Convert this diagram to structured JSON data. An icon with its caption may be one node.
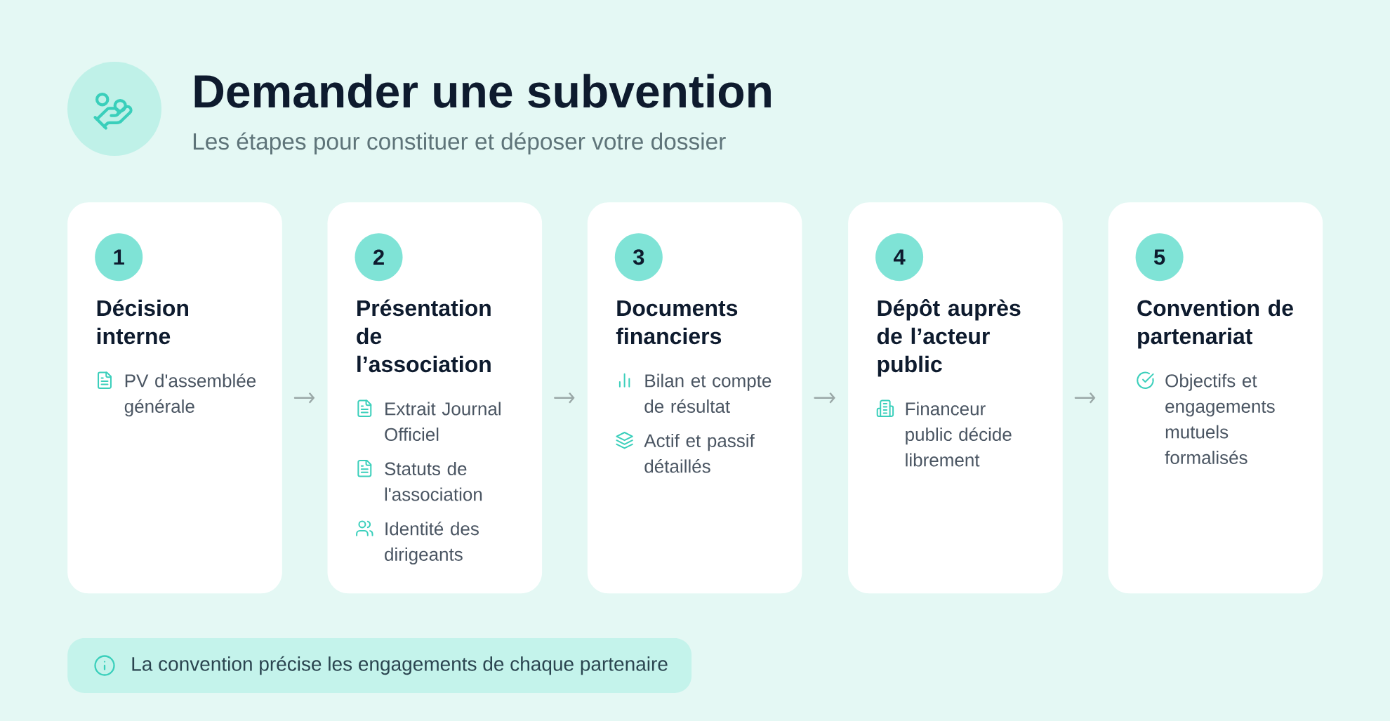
{
  "diagram": {
    "title": "Demander une subvention",
    "nodes": [
      {
        "text": [
          "Décision interne",
          "PV d'assemblée générale"
        ]
      },
      {
        "text": [
          "1"
        ],
        "in": 0
      },
      {
        "text": [
          "Présentation de l’association",
          "Extrait Journal Officiel",
          "Statuts de l'association",
          "Identité des dirigeants"
        ]
      },
      {
        "text": [
          "2"
        ],
        "in": 2
      },
      {
        "text": [
          "Documents financiers",
          "Bilan et compte de résultat",
          "Actif et passif détaillés"
        ]
      },
      {
        "text": [
          "3"
        ],
        "in": 4
      },
      {
        "text": [
          "Dépôt auprès de l’acteur public",
          "Financeur public décide librement"
        ]
      },
      {
        "text": [
          "4"
        ],
        "in": 6
      },
      {
        "text": [
          "Convention de partenariat",
          "Objectifs et engagements mutuels formalisés"
        ]
      },
      {
        "text": [
          "5"
        ],
        "in": 8
      },
      {
        "text": [
          "La convention précise les engagements de chaque partenaire"
        ]
      }
    ],
    "edges": [
      {
        "from": 0,
        "to": 2,
        "arrow": "to"
      },
      {
        "from": 2,
        "to": 4,
        "arrow": "to"
      },
      {
        "from": 4,
        "to": 6,
        "arrow": "to"
      },
      {
        "from": 6,
        "to": 8,
        "arrow": "to"
      }
    ],
    "labels": [
      "Les étapes pour constituer et déposer votre dossier"
    ]
  }
}
